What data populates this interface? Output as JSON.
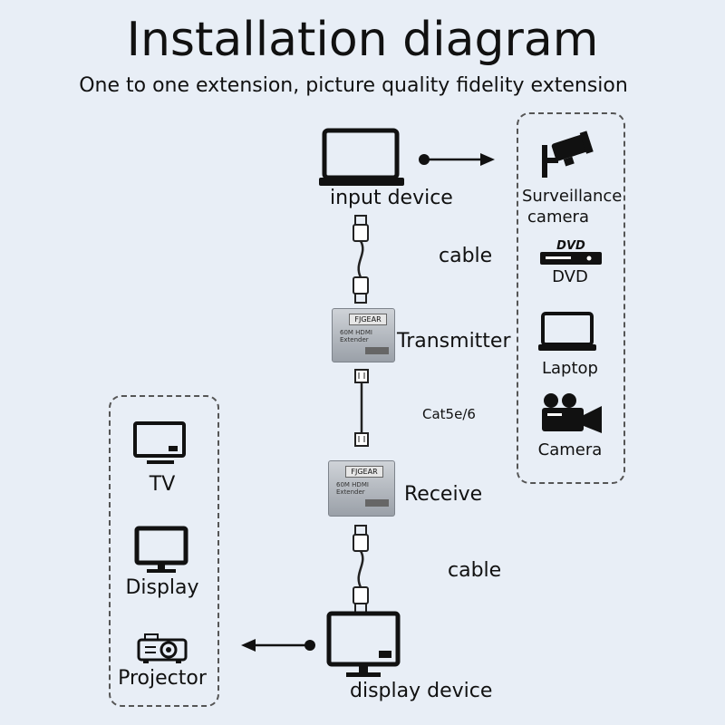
{
  "title": "Installation diagram",
  "subtitle": "One to one extension, picture quality fidelity extension",
  "chain": {
    "input_device": "input device",
    "cable_top": "cable",
    "transmitter": "Transmitter",
    "cat_cable": "Cat5e/6",
    "receive": "Receive",
    "cable_bottom": "cable",
    "display_device": "display device"
  },
  "sources": {
    "surveillance_line1": "Surveillance",
    "surveillance_line2": "camera",
    "dvd": "DVD",
    "laptop": "Laptop",
    "camera": "Camera"
  },
  "outputs": {
    "tv": "TV",
    "display": "Display",
    "projector": "Projector"
  },
  "device_brand": "FJGEAR",
  "device_model": "60M HDMI Extender",
  "dvd_logo": "DVD"
}
